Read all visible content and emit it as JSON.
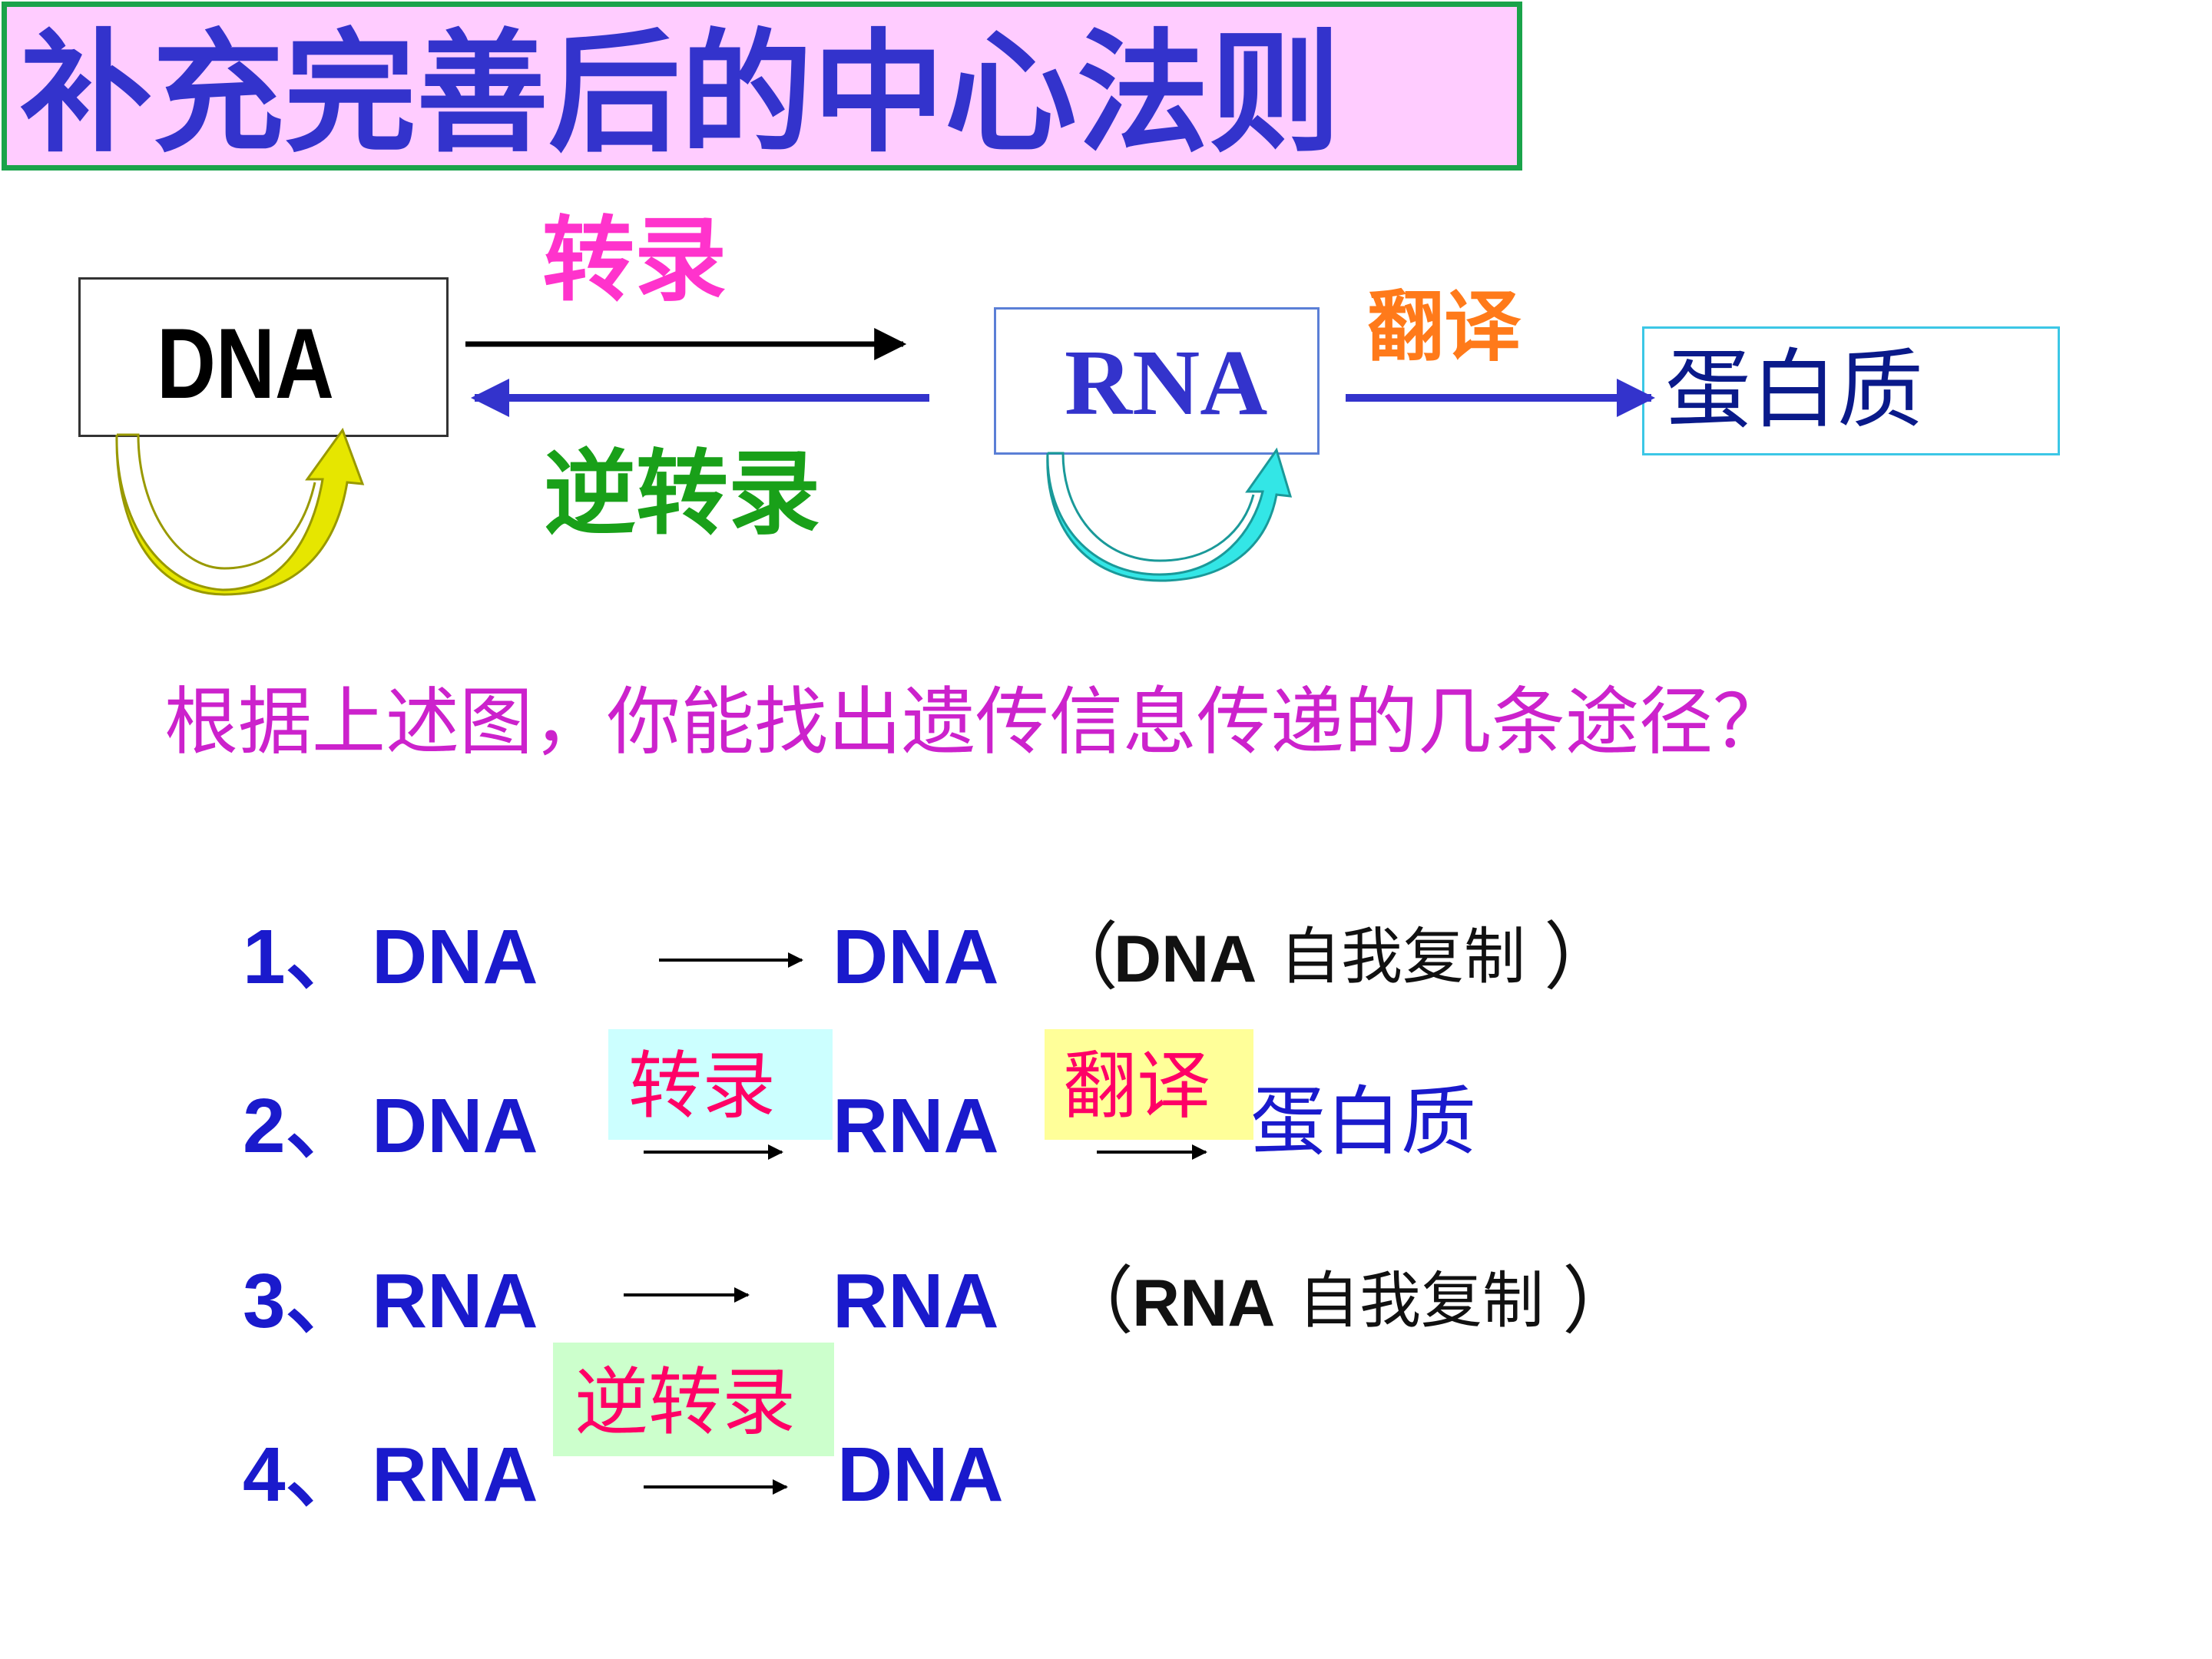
{
  "title": "补充完善后的中心法则",
  "diagram": {
    "dna": "DNA",
    "rna": "RNA",
    "protein": "蛋白质",
    "transcription": "转录",
    "reverse_transcription": "逆转录",
    "translation": "翻译"
  },
  "question": "根据上述图，你能找出遗传信息传递的几条途径？",
  "pathways": [
    {
      "num": "1、",
      "from": "DNA",
      "to": "DNA",
      "paren_open": "（",
      "note_en": "DNA",
      "note_cn": "自我复制",
      "paren_close": "）"
    },
    {
      "num": "2、",
      "from": "DNA",
      "step1_label": "转录",
      "mid": "RNA",
      "step2_label": "翻译",
      "to": "蛋白质"
    },
    {
      "num": "3、",
      "from": "RNA",
      "to": "RNA",
      "paren_open": "（",
      "note_en": "RNA",
      "note_cn": "自我复制",
      "paren_close": "）"
    },
    {
      "num": "4、",
      "from": "RNA",
      "step_label": "逆转录",
      "to": "DNA"
    }
  ],
  "colors": {
    "title_bg": "#ffccff",
    "title_border": "#1aa34a",
    "title_text": "#3333cc",
    "dna_loop_arrow": "#e6e600",
    "rna_loop_arrow": "#33e6e6",
    "reverse_arrow": "#3333cc"
  }
}
